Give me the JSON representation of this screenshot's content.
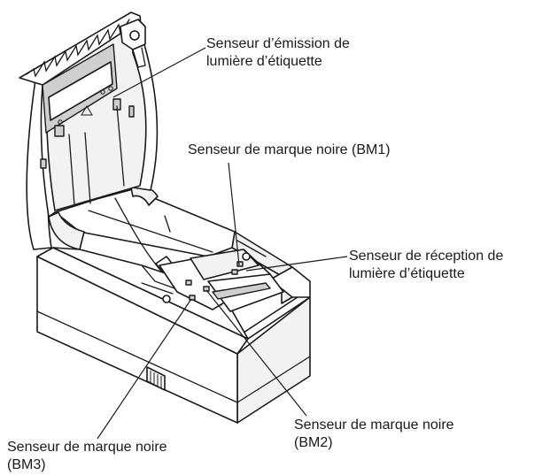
{
  "labels": {
    "label_emission": [
      "Senseur d’émission de",
      "lumière d’étiquette"
    ],
    "black_mark_bm1": [
      "Senseur de marque noire (BM1)"
    ],
    "label_reception": [
      "Senseur de réception de",
      "lumière d’étiquette"
    ],
    "black_mark_bm2": [
      "Senseur de marque noire",
      "(BM2)"
    ],
    "black_mark_bm3": [
      "Senseur de marque noire",
      "(BM3)"
    ]
  }
}
